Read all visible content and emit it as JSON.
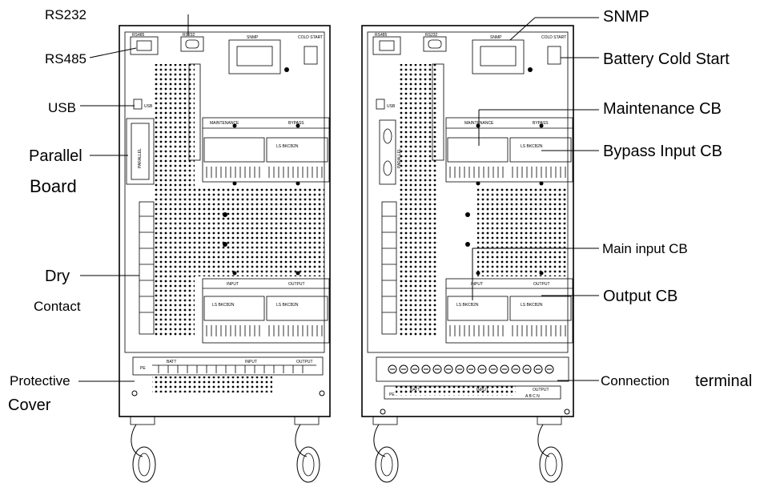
{
  "left_labels": {
    "rs232": "RS232",
    "rs485": "RS485",
    "usb": "USB",
    "parallel_board_1": "Parallel",
    "parallel_board_2": "Board",
    "dry_contact_1": "Dry",
    "dry_contact_2": "Contact",
    "protective_cover_1": "Protective",
    "protective_cover_2": "Cover"
  },
  "right_labels": {
    "snmp": "SNMP",
    "battery_cold_start": "Battery Cold Start",
    "maintenance_cb": "Maintenance CB",
    "bypass_input_cb": "Bypass Input CB",
    "main_input_cb": "Main input CB",
    "output_cb": "Output CB",
    "connection_1": "Connection",
    "connection_2": "terminal"
  },
  "panel_text": {
    "rs485": "RS485",
    "rs232": "RS232",
    "snmp": "SNMP",
    "cold_start": "COLD START",
    "usb": "USB",
    "parallel": "PARALLEL",
    "maintenance": "MAINTENANCE",
    "bypass": "BYPASS",
    "input": "INPUT",
    "output": "OUTPUT",
    "breaker": "LS BKCB2N",
    "pe": "PE",
    "batt": "BATT",
    "out_letters": "A  B  C  N"
  },
  "colors": {
    "ink": "#000000",
    "background": "#ffffff"
  }
}
